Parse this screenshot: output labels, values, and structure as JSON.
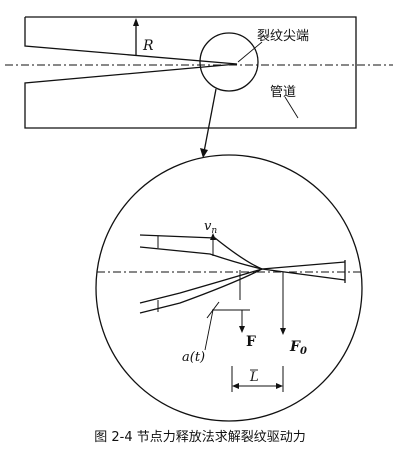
{
  "labels": {
    "radius": "R",
    "crack_tip": "裂纹尖端",
    "pipe": "管道",
    "velocity": "v",
    "velocity_sub": "n",
    "force_f": "F",
    "force_f0": "F",
    "force_f0_sub": "0",
    "crack_length": "a(t)",
    "length_l": "L"
  },
  "caption": "图 2-4  节点力释放法求解裂纹驱动力"
}
